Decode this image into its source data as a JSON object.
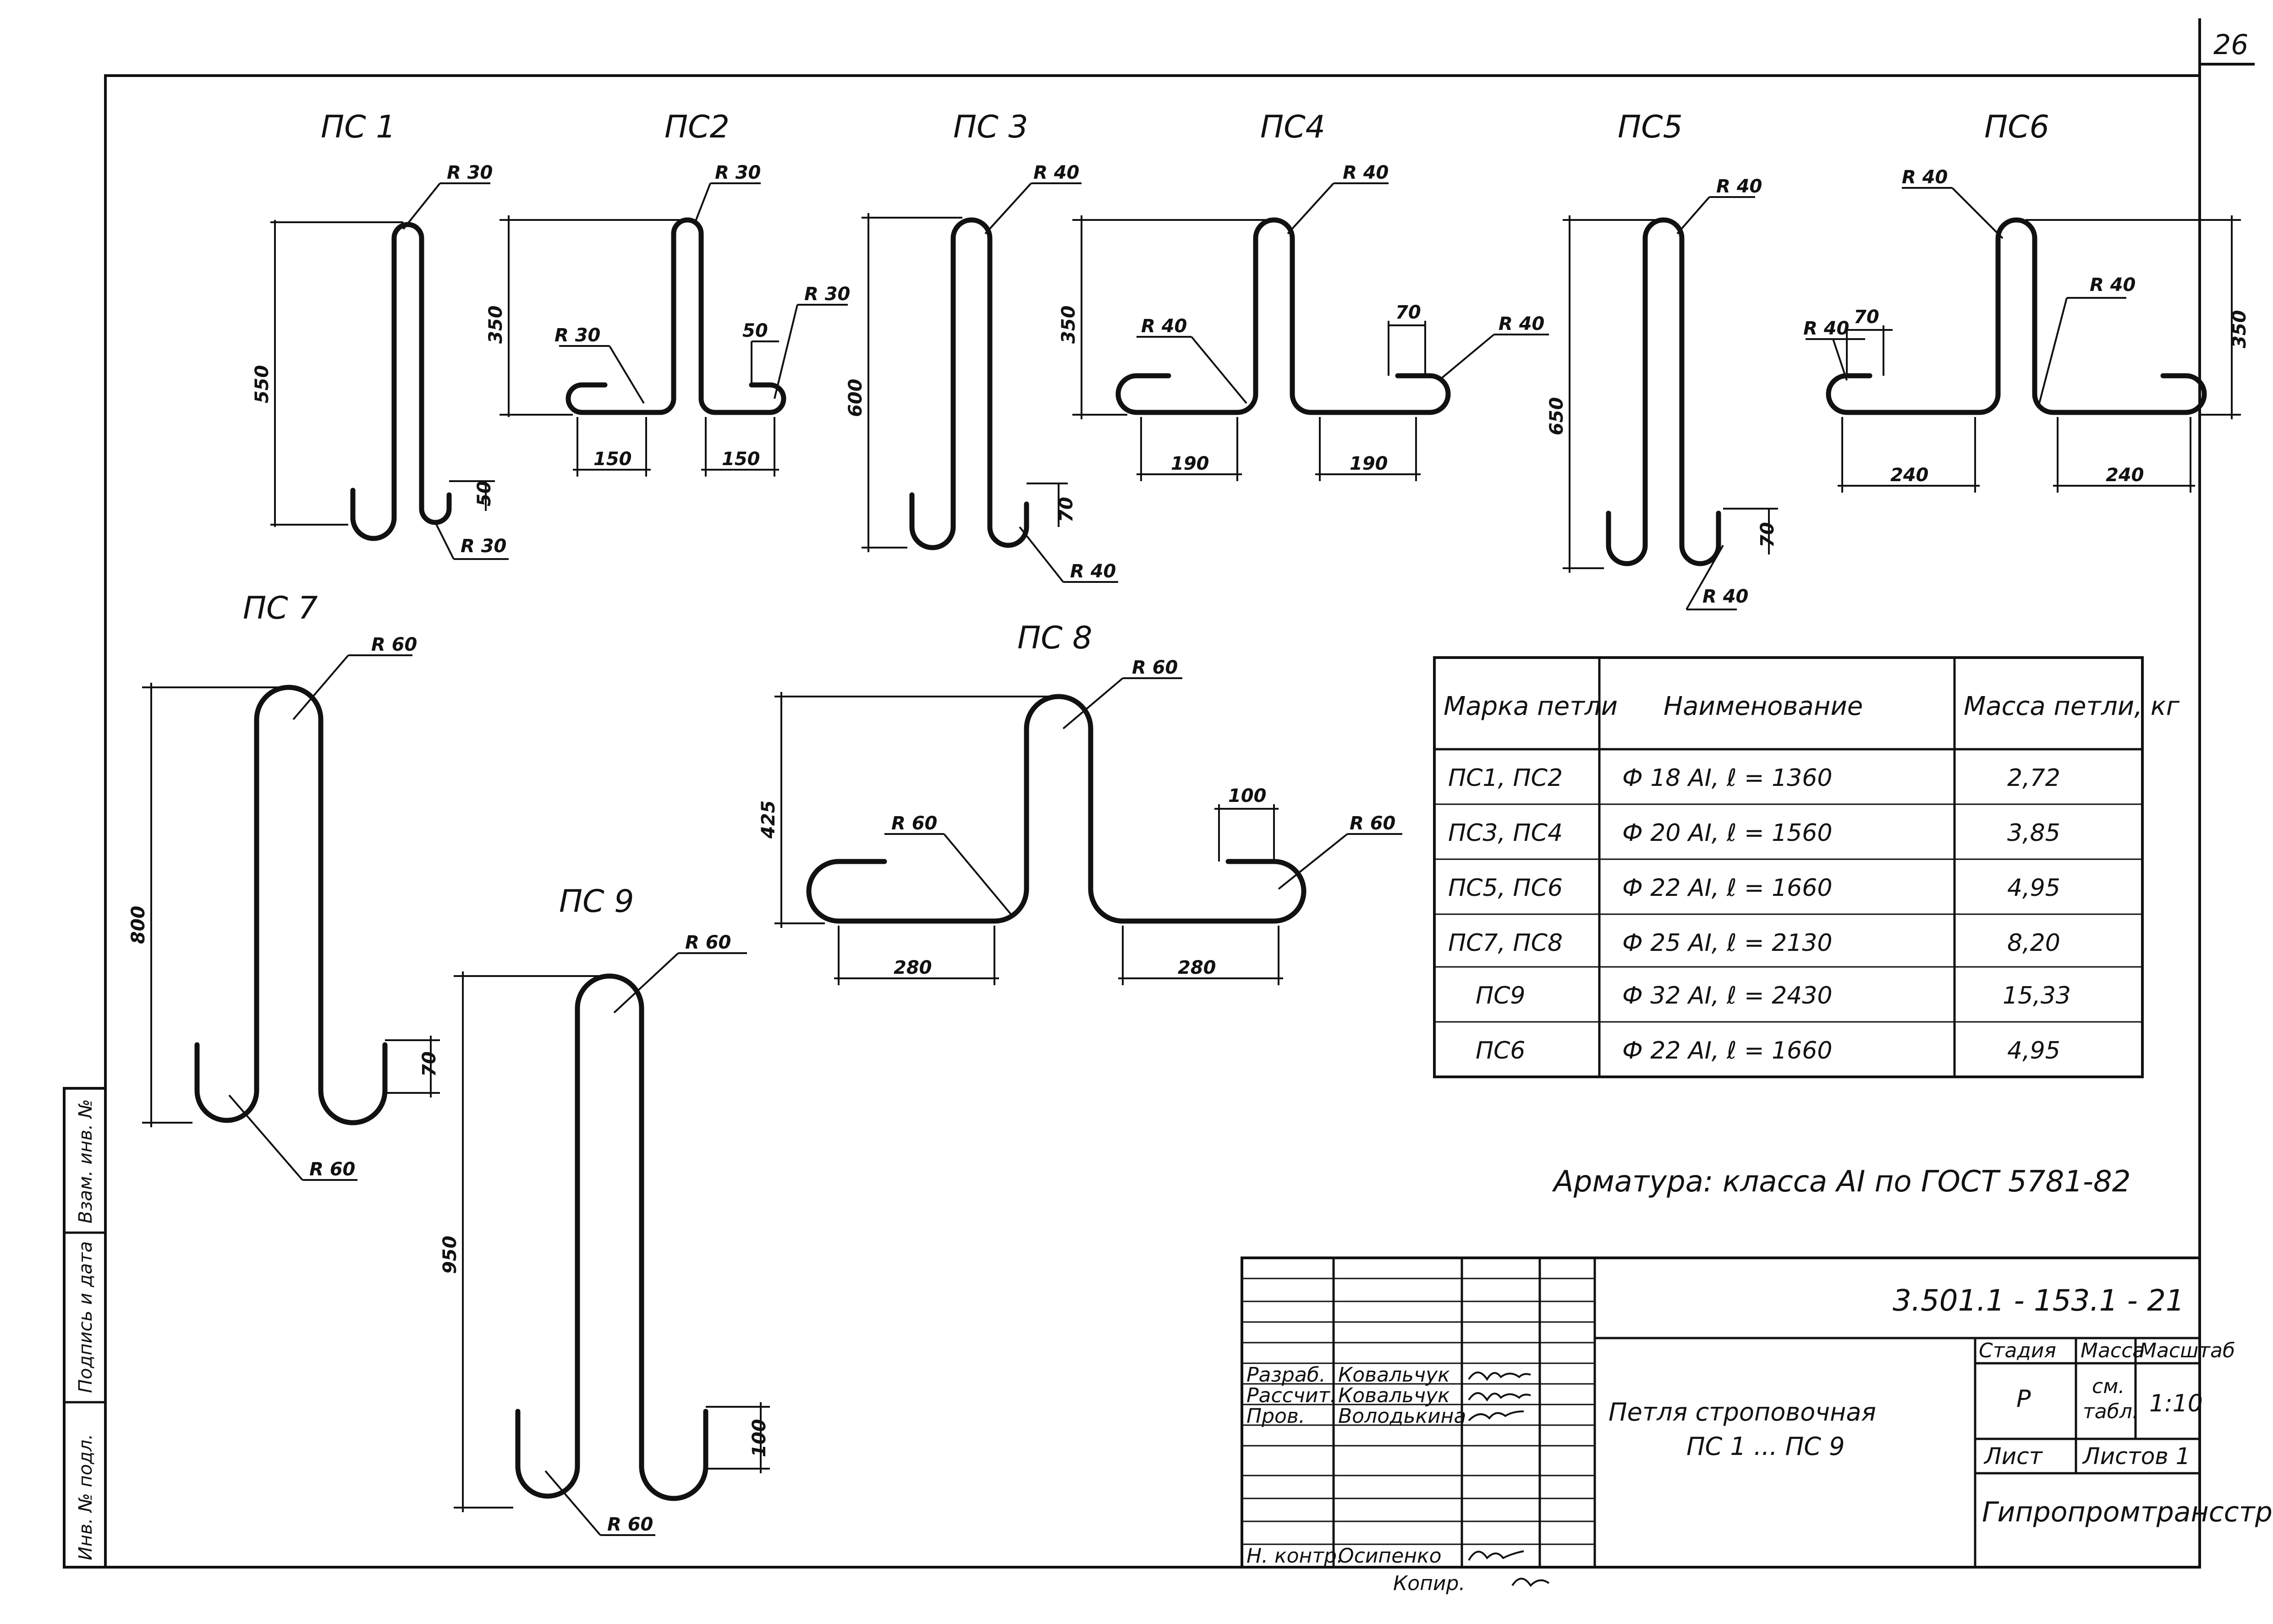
{
  "page": {
    "number": "26"
  },
  "loops": [
    {
      "mark": "ПС 1",
      "radii": [
        "R 30",
        "R 30"
      ],
      "dims": [
        "550",
        "50"
      ]
    },
    {
      "mark": "ПС2",
      "radii": [
        "R 30",
        "R 30",
        "R 30"
      ],
      "dims": [
        "350",
        "50",
        "150",
        "150"
      ]
    },
    {
      "mark": "ПС 3",
      "radii": [
        "R 40",
        "R 40"
      ],
      "dims": [
        "600",
        "70"
      ]
    },
    {
      "mark": "ПС4",
      "radii": [
        "R 40",
        "R 40",
        "R 40"
      ],
      "dims": [
        "350",
        "70",
        "190",
        "190"
      ]
    },
    {
      "mark": "ПС5",
      "radii": [
        "R 40",
        "R 40"
      ],
      "dims": [
        "650",
        "70"
      ]
    },
    {
      "mark": "ПС6",
      "radii": [
        "R 40",
        "R 40",
        "R 40"
      ],
      "dims": [
        "350",
        "70",
        "240",
        "240"
      ]
    },
    {
      "mark": "ПС 7",
      "radii": [
        "R 60",
        "R 60"
      ],
      "dims": [
        "800",
        "70"
      ]
    },
    {
      "mark": "ПС 8",
      "radii": [
        "R 60",
        "R 60",
        "R 60"
      ],
      "dims": [
        "425",
        "100",
        "280",
        "280"
      ]
    },
    {
      "mark": "ПС 9",
      "radii": [
        "R 60",
        "R 60"
      ],
      "dims": [
        "950",
        "100"
      ]
    }
  ],
  "spec_table": {
    "headers": [
      "Марка петли",
      "Наименование",
      "Масса петли, кг"
    ],
    "rows": [
      [
        "ПС1, ПС2",
        "Ф 18 АI,  ℓ = 1360",
        "2,72"
      ],
      [
        "ПС3, ПС4",
        "Ф 20 АI,  ℓ = 1560",
        "3,85"
      ],
      [
        "ПС5, ПС6",
        "Ф 22 АI,  ℓ = 1660",
        "4,95"
      ],
      [
        "ПС7, ПС8",
        "Ф 25 АI,  ℓ = 2130",
        "8,20"
      ],
      [
        "ПС9",
        "Ф 32 АI,  ℓ = 2430",
        "15,33"
      ],
      [
        "ПС6",
        "Ф 22 АI,  ℓ = 1660",
        "4,95"
      ]
    ]
  },
  "note": "Арматура: класса АI по ГОСТ 5781-82",
  "side_stamp": [
    "Инв. № подл.",
    "Подпись и дата",
    "Взам. инв. №"
  ],
  "title_block": {
    "doc_code": "3.501.1 - 153.1 - 21",
    "title": [
      "Петля строповочная",
      "ПС 1 ... ПС 9"
    ],
    "stage_label": "Стадия",
    "mass_label": "Масса",
    "scale_label": "Масштаб",
    "stage": "Р",
    "mass": [
      "см.",
      "табл."
    ],
    "scale": "1:10",
    "sheet_label": "Лист",
    "sheets_label": "Листов 1",
    "organization": "Гипропромтрансстрой",
    "people": [
      {
        "role": "Разраб.",
        "name": "Ковальчук"
      },
      {
        "role": "Рассчит.",
        "name": "Ковальчук"
      },
      {
        "role": "Пров.",
        "name": "Володькина"
      },
      {
        "role": "Н. контр.",
        "name": "Осипенко"
      }
    ],
    "copied": "Копир."
  }
}
